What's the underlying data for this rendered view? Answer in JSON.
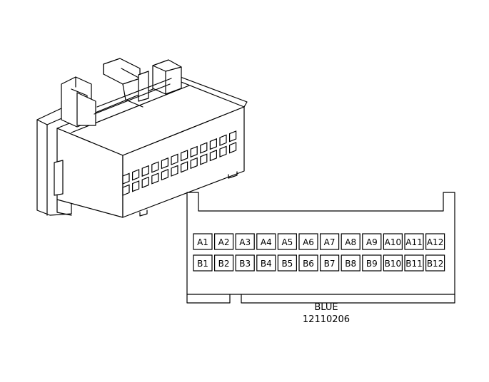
{
  "connector": {
    "color": "BLUE",
    "part_number": "12110206",
    "row_a": [
      "A1",
      "A2",
      "A3",
      "A4",
      "A5",
      "A6",
      "A7",
      "A8",
      "A9",
      "A10",
      "A11",
      "A12"
    ],
    "row_b": [
      "B1",
      "B2",
      "B3",
      "B4",
      "B5",
      "B6",
      "B7",
      "B8",
      "B9",
      "B10",
      "B11",
      "B12"
    ]
  }
}
